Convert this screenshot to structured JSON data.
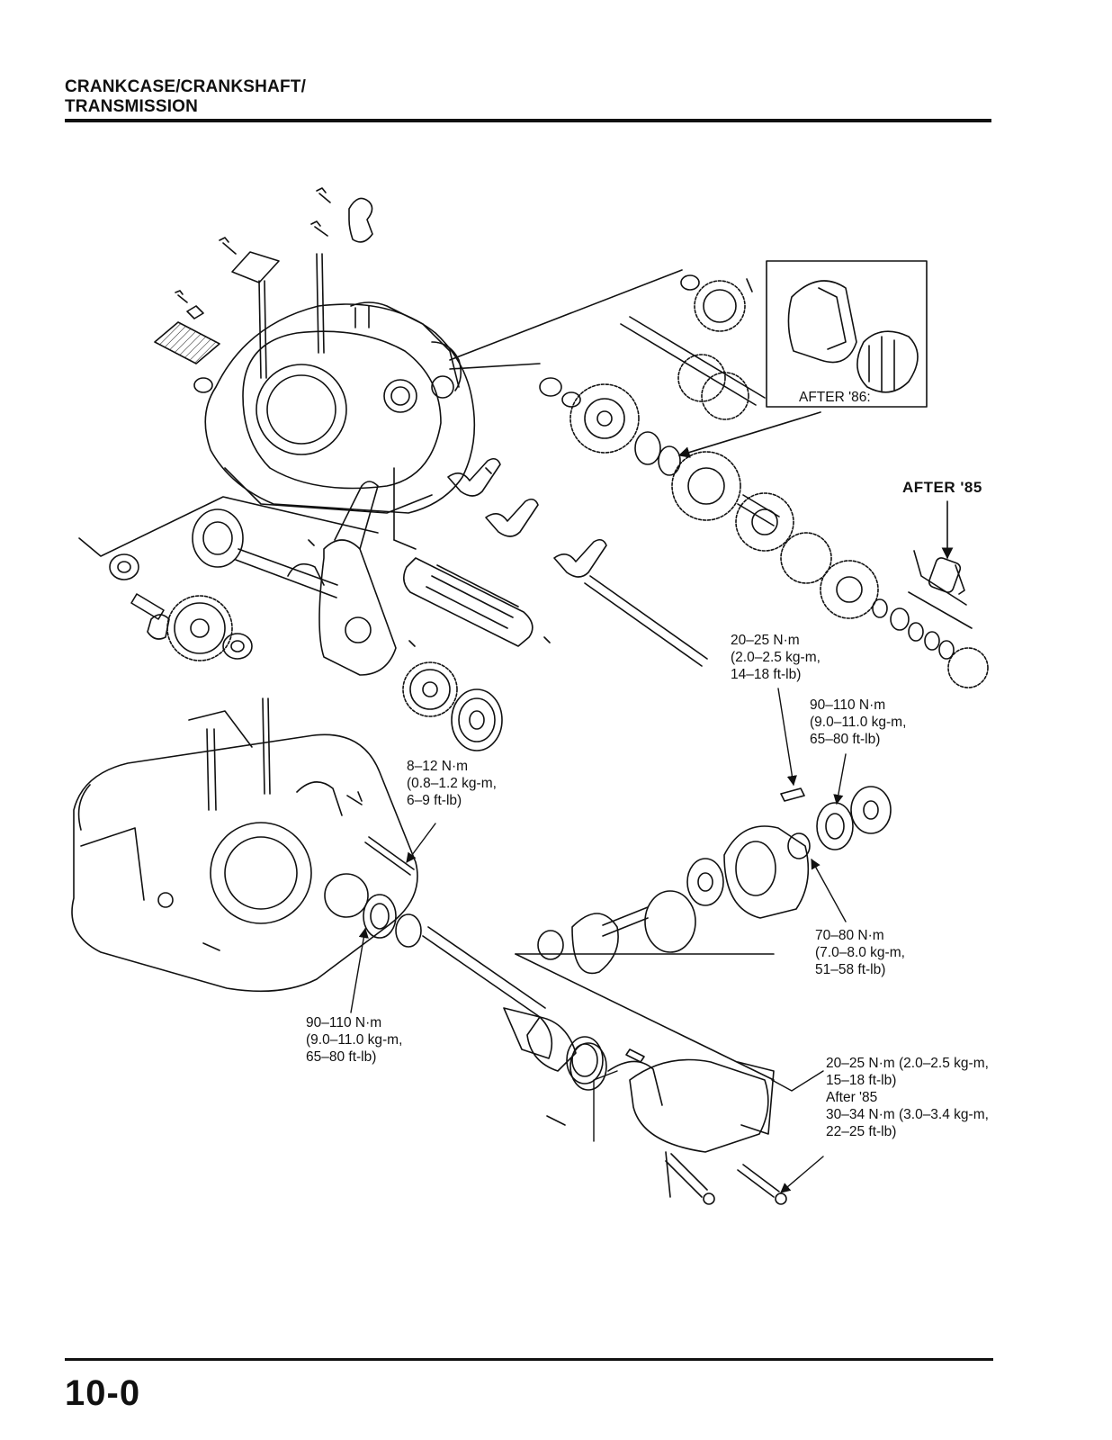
{
  "header": {
    "line1": "CRANKCASE/CRANKSHAFT/",
    "line2": "TRANSMISSION"
  },
  "page_number": "10-0",
  "inset": {
    "label": "AFTER '86:"
  },
  "after85_callout": "AFTER '85",
  "torque_labels": {
    "t1": [
      "20–25 N·m",
      "(2.0–2.5 kg-m,",
      "14–18 ft-lb)"
    ],
    "t2": [
      "90–110 N·m",
      "(9.0–11.0 kg-m,",
      "65–80 ft-lb)"
    ],
    "t3": [
      "8–12 N·m",
      "(0.8–1.2 kg-m,",
      "6–9 ft-lb)"
    ],
    "t4": [
      "70–80 N·m",
      "(7.0–8.0 kg-m,",
      "51–58 ft-lb)"
    ],
    "t5": [
      "90–110 N·m",
      "(9.0–11.0 kg-m,",
      "65–80 ft-lb)"
    ],
    "t6": [
      "20–25 N·m (2.0–2.5 kg-m,",
      "15–18 ft-lb)",
      "After '85",
      "30–34 N·m (3.0–3.4 kg-m,",
      "22–25 ft-lb)"
    ]
  }
}
